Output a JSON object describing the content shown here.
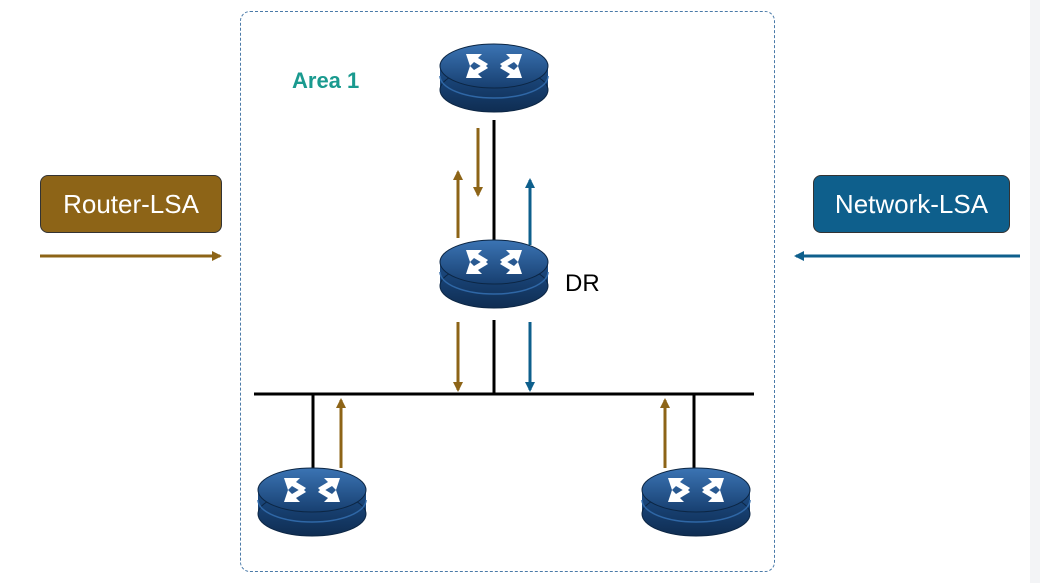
{
  "area": {
    "label": "Area 1"
  },
  "legend": {
    "router_lsa": {
      "label": "Router-LSA",
      "color": "#8d6417"
    },
    "network_lsa": {
      "label": "Network-LSA",
      "color": "#0e5f8c"
    }
  },
  "routers": [
    {
      "id": "router-top",
      "icon": "router-icon"
    },
    {
      "id": "router-dr",
      "icon": "router-icon",
      "label": "DR"
    },
    {
      "id": "router-bottom-left",
      "icon": "router-icon"
    },
    {
      "id": "router-bottom-right",
      "icon": "router-icon"
    }
  ],
  "colors": {
    "router_body": "#1c4f8a",
    "link": "#000000",
    "area_border": "#4a7aa8",
    "area_label": "#1a9a8f"
  }
}
